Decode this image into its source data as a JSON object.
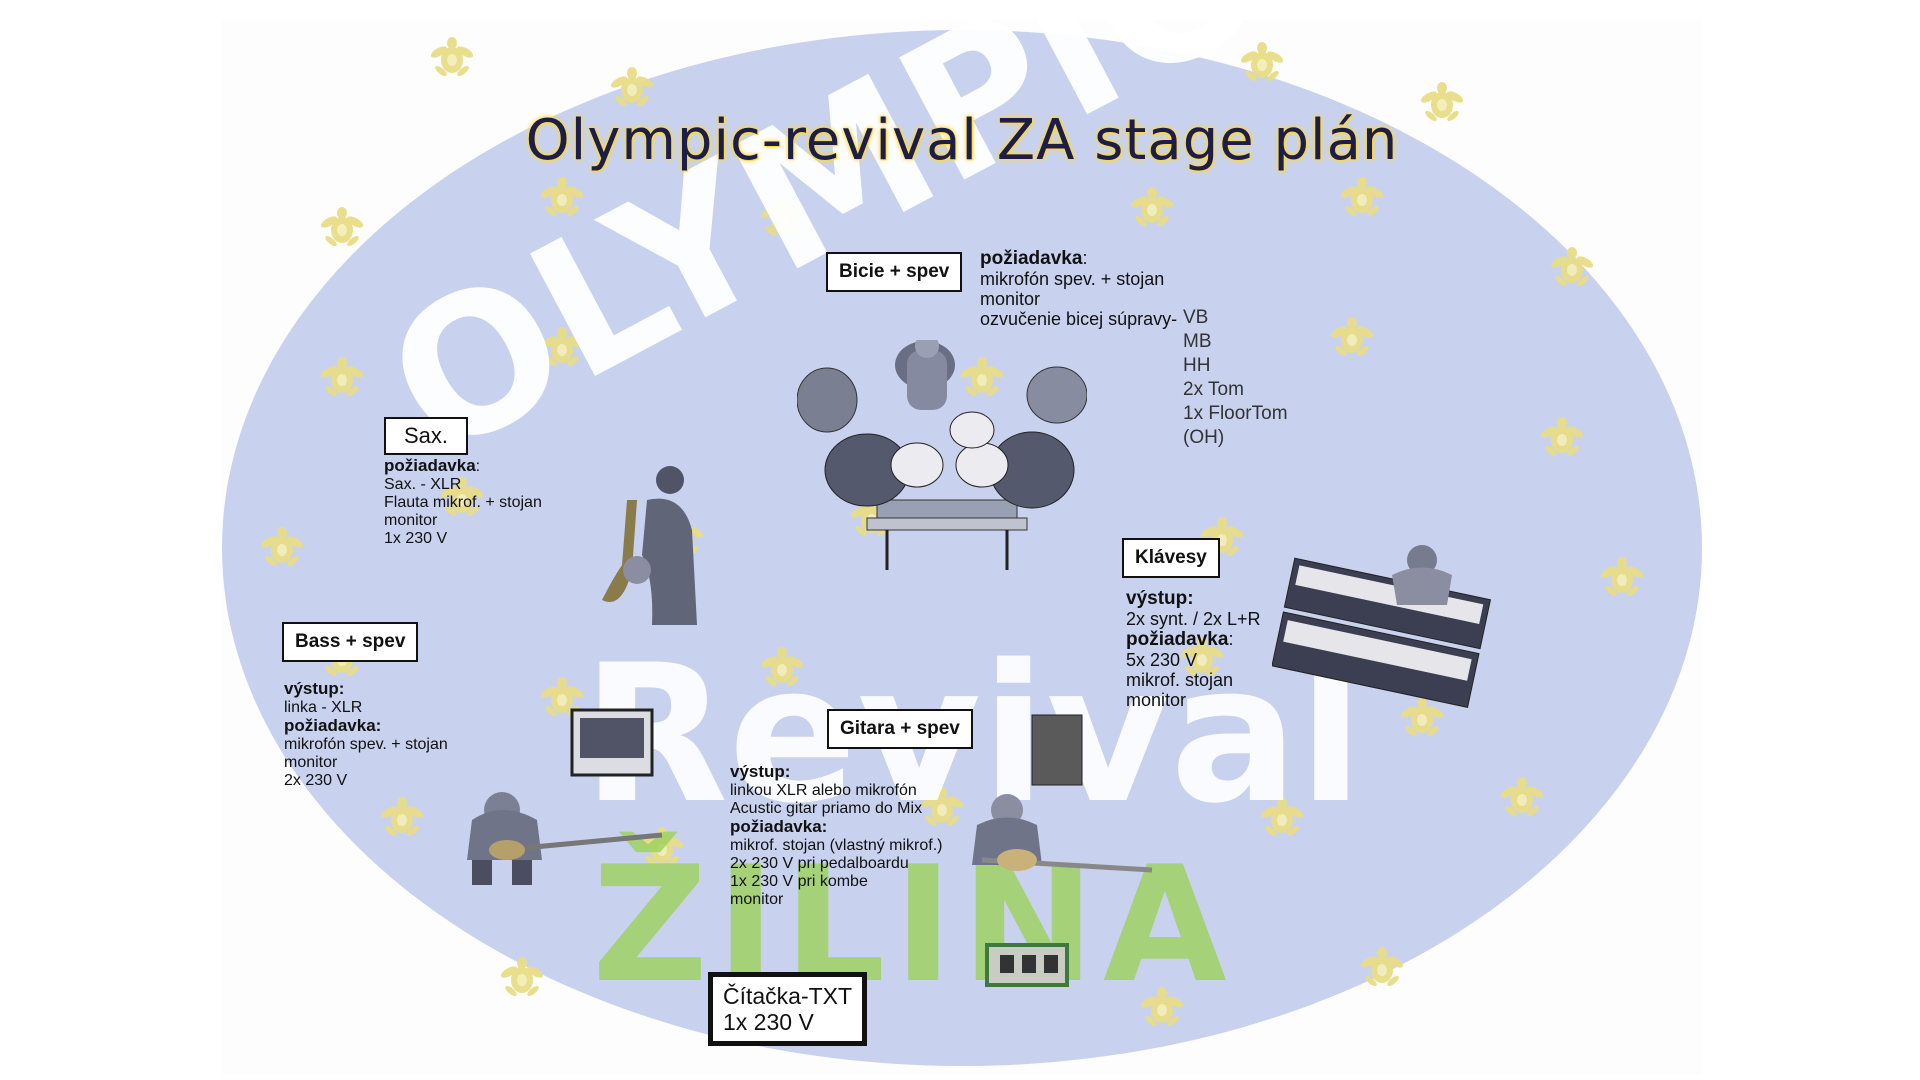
{
  "title": "Olympic-revival ZA  stage plán",
  "colors": {
    "background_oval": "#c8d2ef",
    "title_color": "#1d1d4a",
    "title_glow": "#ffd83a",
    "logo_green": "#9dd15a"
  },
  "logo": {
    "word1": "OLYMPIC",
    "word2": "Revival",
    "word3": "ŽILINA"
  },
  "drums": {
    "label": "Bicie + spev",
    "request_heading": "požiadavka",
    "request_colon": ":",
    "lines": [
      "mikrofón spev. + stojan",
      "monitor",
      "ozvučenie bicej súpravy-"
    ],
    "mics": [
      "VB",
      "MB",
      "HH",
      "2x Tom",
      "1x FloorTom",
      "(OH)"
    ]
  },
  "sax": {
    "label": "Sax.",
    "request_heading": "požiadavka",
    "request_colon": ":",
    "lines": [
      "Sax. - XLR",
      "Flauta mikrof. + stojan",
      "monitor",
      "1x 230 V"
    ]
  },
  "bass": {
    "label": "Bass + spev",
    "output_heading": "výstup:",
    "output_lines": [
      "linka - XLR"
    ],
    "request_heading": "požiadavka:",
    "request_lines": [
      "mikrofón spev. + stojan",
      "monitor",
      "2x 230 V"
    ]
  },
  "guitar": {
    "label": "Gitara + spev",
    "output_heading": "výstup:",
    "output_lines": [
      "linkou XLR alebo mikrofón",
      "Acustic gitar priamo do Mix"
    ],
    "request_heading": "požiadavka:",
    "request_lines": [
      "mikrof. stojan (vlastný mikrof.)",
      "2x 230 V pri pedalboardu",
      "1x 230 V pri kombe",
      "monitor"
    ]
  },
  "keys": {
    "label": "Klávesy",
    "output_heading": "výstup:",
    "output_lines": [
      "2x synt. / 2x L+R"
    ],
    "request_heading": "požiadavka",
    "request_colon": ":",
    "request_lines": [
      "5x 230 V",
      "mikrof. stojan",
      "monitor"
    ]
  },
  "reader": {
    "line1": "Čítačka-TXT",
    "line2": "1x 230 V"
  }
}
